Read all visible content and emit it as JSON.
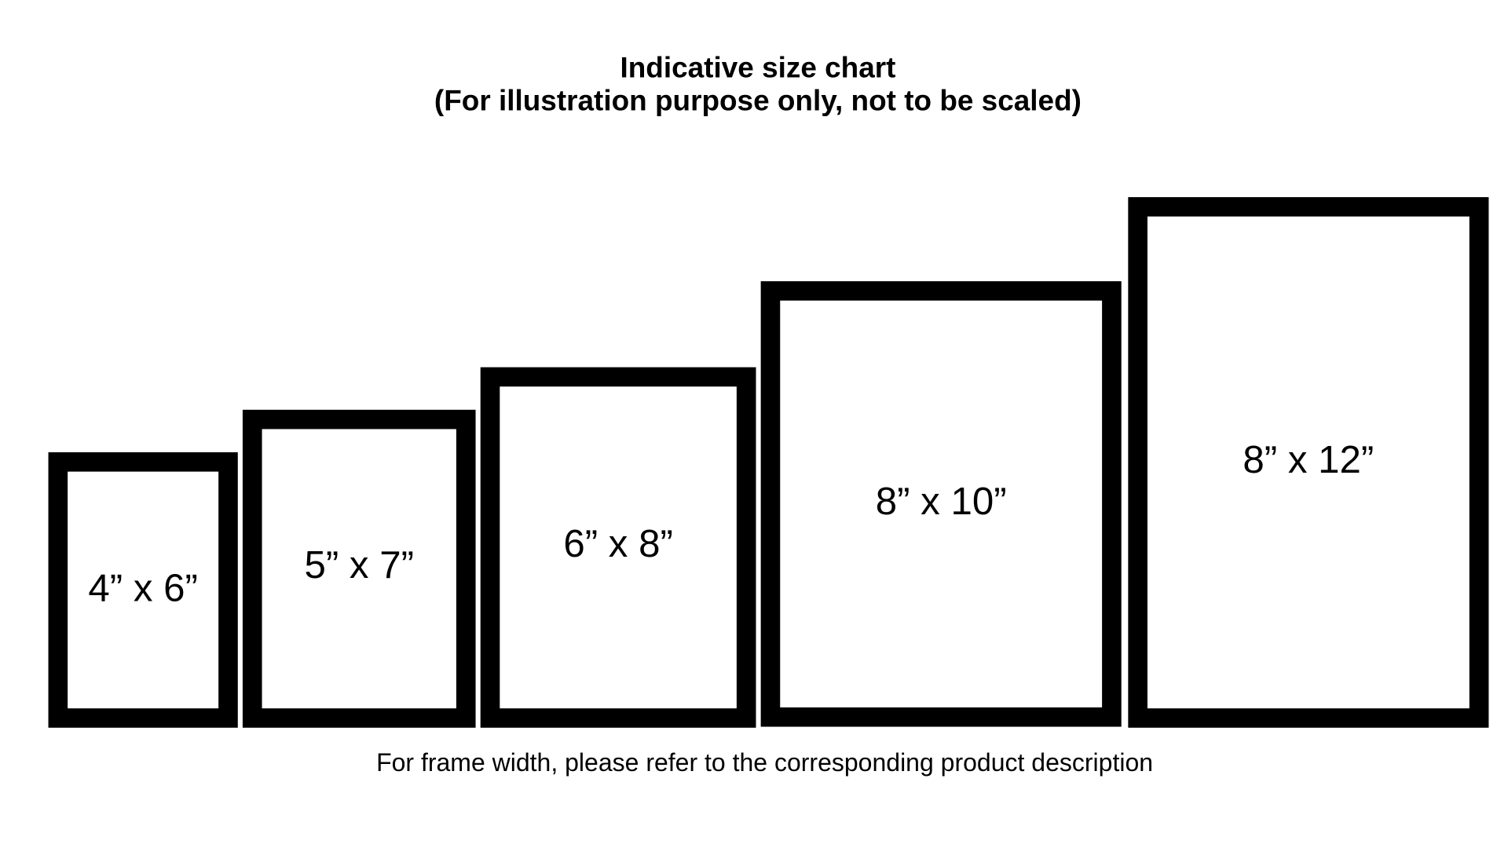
{
  "title_line1": "Indicative size chart",
  "title_line2": "(For illustration purpose only, not to be scaled)",
  "frames": [
    {
      "label": "4” x 6”"
    },
    {
      "label": "5” x 7”"
    },
    {
      "label": "6” x 8”"
    },
    {
      "label": "8” x 10”"
    },
    {
      "label": "8” x 12”"
    }
  ],
  "footer": "For frame width, please refer to the corresponding product description"
}
